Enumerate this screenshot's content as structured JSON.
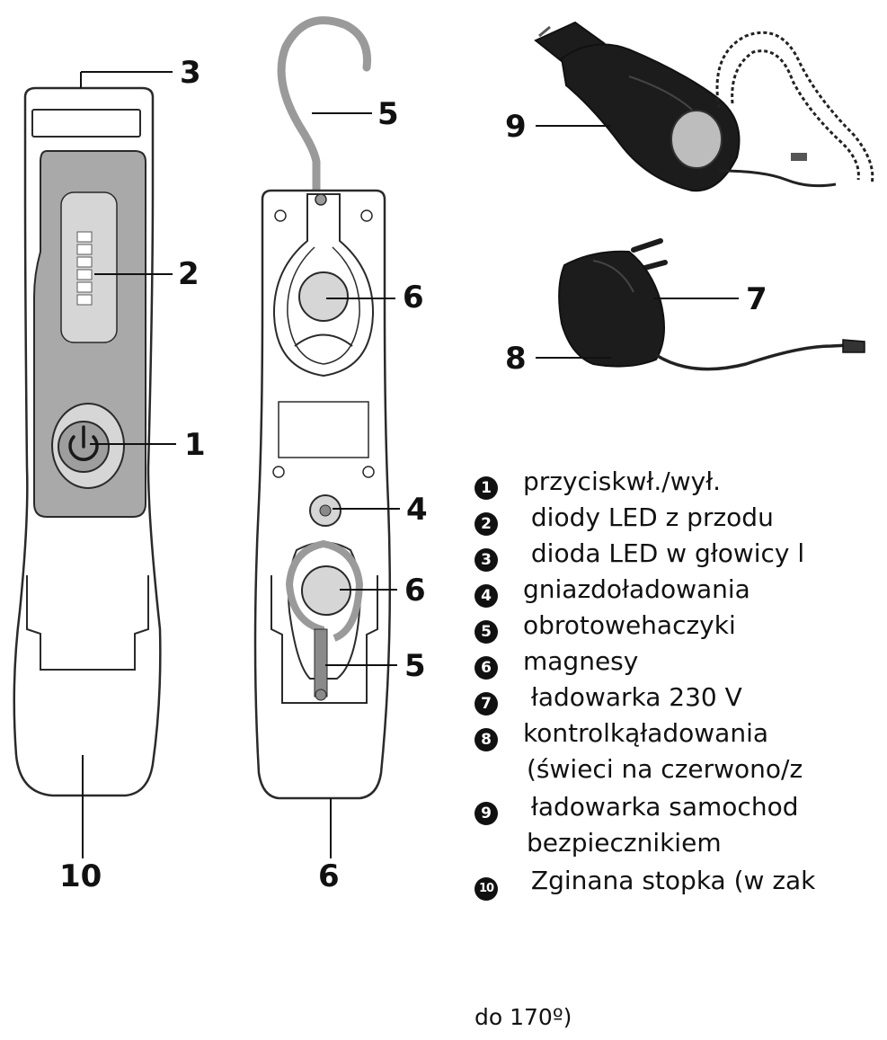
{
  "callouts": {
    "c3": "3",
    "c5_top": "5",
    "c2": "2",
    "c6_a": "6",
    "c1": "1",
    "c4": "4",
    "c6_b": "6",
    "c5_bottom": "5",
    "c10": "10",
    "c6_bottom": "6",
    "c9": "9",
    "c7": "7",
    "c8": "8"
  },
  "legend": {
    "items": [
      {
        "badge": "1",
        "text": "przyciskwł./wył."
      },
      {
        "badge": "2",
        "text": " diody LED z przodu"
      },
      {
        "badge": "3",
        "text": " dioda LED w głowicy l"
      },
      {
        "badge": "4",
        "text": "gniazdoładowania"
      },
      {
        "badge": "5",
        "text": "obrotowehaczyki"
      },
      {
        "badge": "6",
        "text": "magnesy"
      },
      {
        "badge": "7",
        "text": " ładowarka 230 V"
      },
      {
        "badge": "8",
        "text": "kontrolkąładowania"
      },
      {
        "badge": "",
        "text": "(świeci na czerwono/z"
      },
      {
        "badge": "9",
        "text": " ładowarka samochod"
      },
      {
        "badge": "",
        "text": "bezpiecznikiem"
      },
      {
        "badge": "10",
        "text": " Zginana stopka (w zak"
      }
    ],
    "tail": "do 170º)"
  },
  "colors": {
    "outline": "#2a2a2a",
    "panel_gray": "#a9a9a9",
    "light_gray": "#d6d6d6",
    "hook_gray": "#9a9a9a",
    "charger_body": "#1c1c1c"
  }
}
